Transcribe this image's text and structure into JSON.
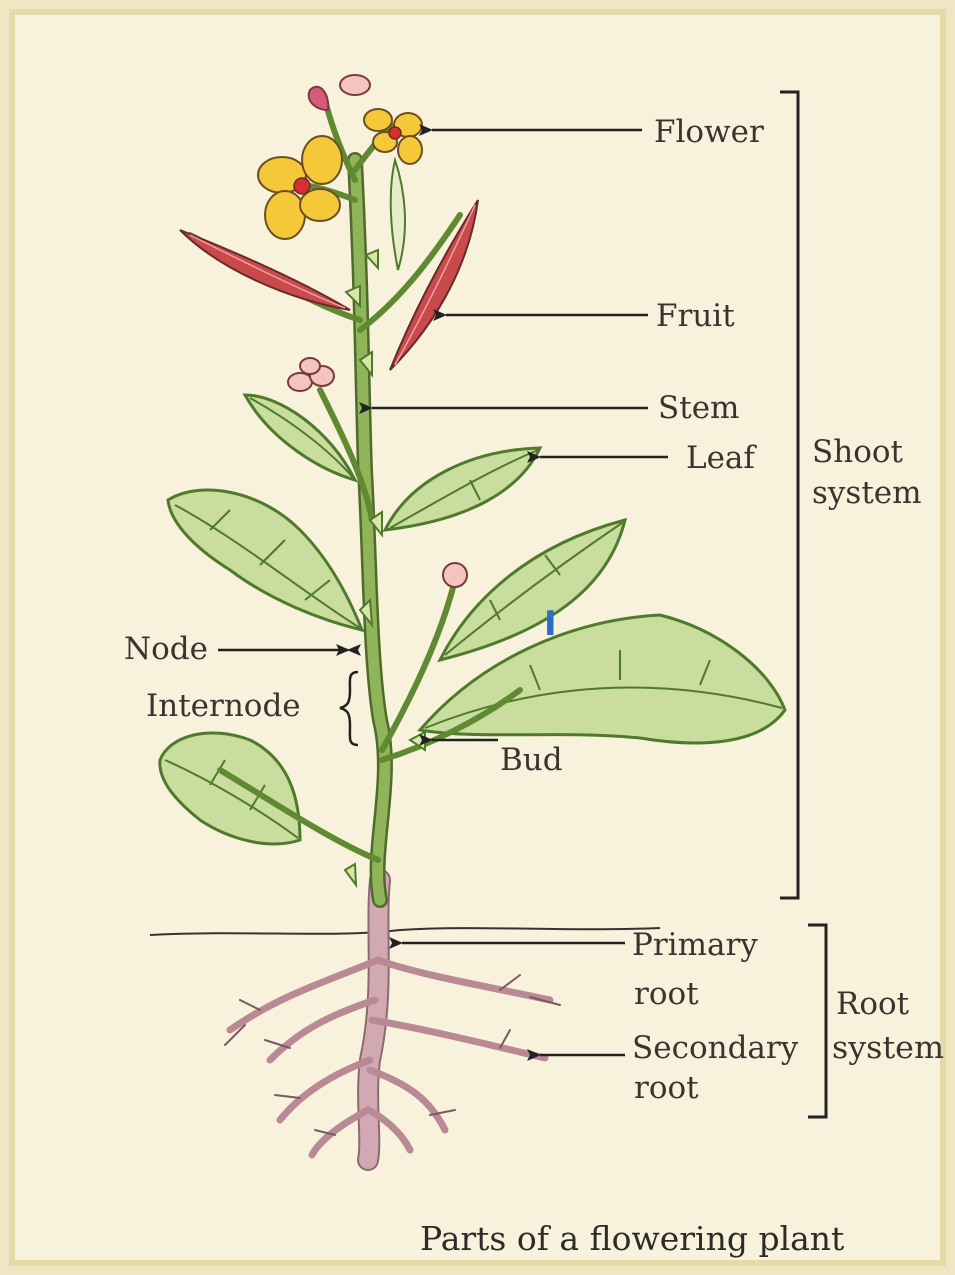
{
  "labels": {
    "flower": "Flower",
    "fruit": "Fruit",
    "stem": "Stem",
    "leaf": "Leaf",
    "node": "Node",
    "internode": "Internode",
    "bud": "Bud",
    "primary_root_line1": "Primary",
    "primary_root_line2": "root",
    "secondary_root_line1": "Secondary",
    "secondary_root_line2": "root",
    "shoot_system_line1": "Shoot",
    "shoot_system_line2": "system",
    "root_system_line1": "Root",
    "root_system_line2": "system"
  },
  "caption": "Parts of a flowering plant",
  "colors": {
    "background": "#f0e6c4",
    "panel": "#f8f2dc",
    "stem": "#6f9d3a",
    "leaf": "#c9dd9e",
    "leaf_vein": "#4f7a2b",
    "petal": "#f5c83a",
    "fruit": "#c84a4a",
    "root": "#c9a0aa",
    "text": "#3a3330"
  },
  "icons": {
    "arrow": "arrowhead-left-icon",
    "bracket": "square-bracket-icon",
    "brace": "curly-brace-icon"
  }
}
